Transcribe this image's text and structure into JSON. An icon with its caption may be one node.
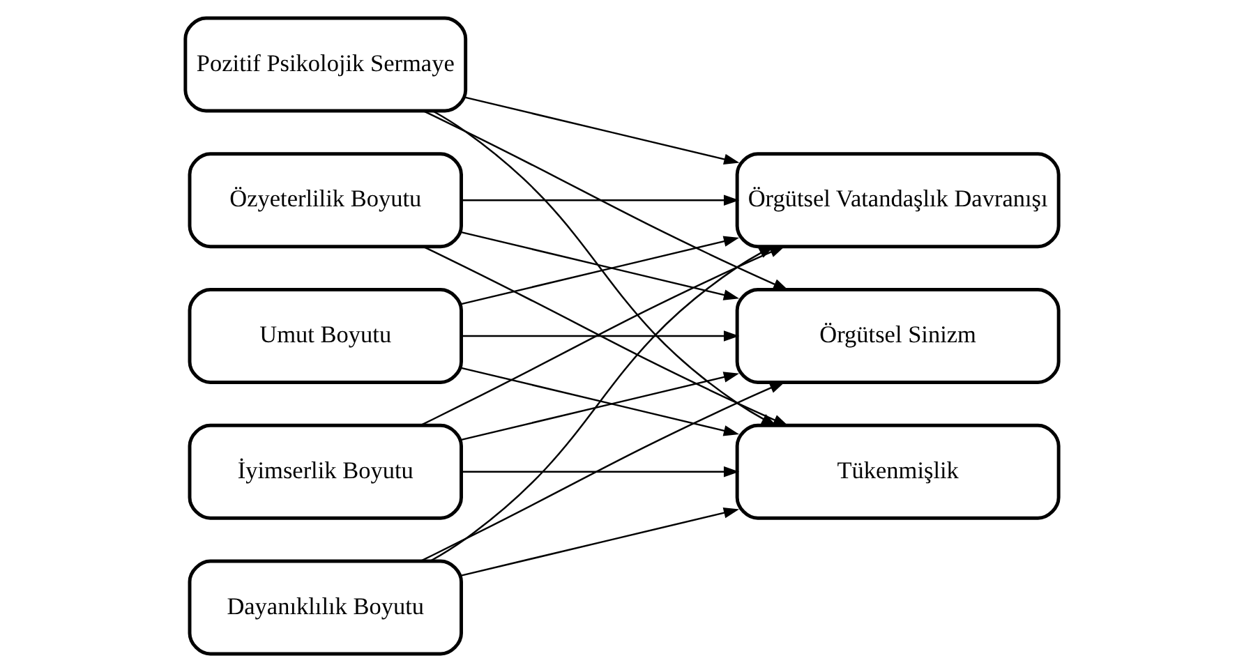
{
  "diagram": {
    "nodes": [
      {
        "text": [
          "Pozitif Psikolojik Sermaye"
        ]
      },
      {
        "text": [
          "Özyeterlilik Boyutu"
        ]
      },
      {
        "text": [
          "Umut Boyutu"
        ]
      },
      {
        "text": [
          "İyimserlik Boyutu"
        ]
      },
      {
        "text": [
          "Dayanıklılık Boyutu"
        ]
      },
      {
        "text": [
          "Örgütsel Vatandaşlık Davranışı"
        ]
      },
      {
        "text": [
          "Örgütsel Sinizm"
        ]
      },
      {
        "text": [
          "Tükenmişlik"
        ]
      }
    ],
    "edges": [
      {
        "from": 0,
        "to": 5,
        "arrow": "to"
      },
      {
        "from": 0,
        "to": 6,
        "arrow": "to"
      },
      {
        "from": 0,
        "to": 7,
        "arrow": "to"
      },
      {
        "from": 1,
        "to": 5,
        "arrow": "to"
      },
      {
        "from": 1,
        "to": 6,
        "arrow": "to"
      },
      {
        "from": 1,
        "to": 7,
        "arrow": "to"
      },
      {
        "from": 2,
        "to": 5,
        "arrow": "to"
      },
      {
        "from": 2,
        "to": 6,
        "arrow": "to"
      },
      {
        "from": 2,
        "to": 7,
        "arrow": "to"
      },
      {
        "from": 3,
        "to": 5,
        "arrow": "to"
      },
      {
        "from": 3,
        "to": 6,
        "arrow": "to"
      },
      {
        "from": 3,
        "to": 7,
        "arrow": "to"
      },
      {
        "from": 4,
        "to": 5,
        "arrow": "to"
      },
      {
        "from": 4,
        "to": 6,
        "arrow": "to"
      },
      {
        "from": 4,
        "to": 7,
        "arrow": "to"
      }
    ]
  }
}
